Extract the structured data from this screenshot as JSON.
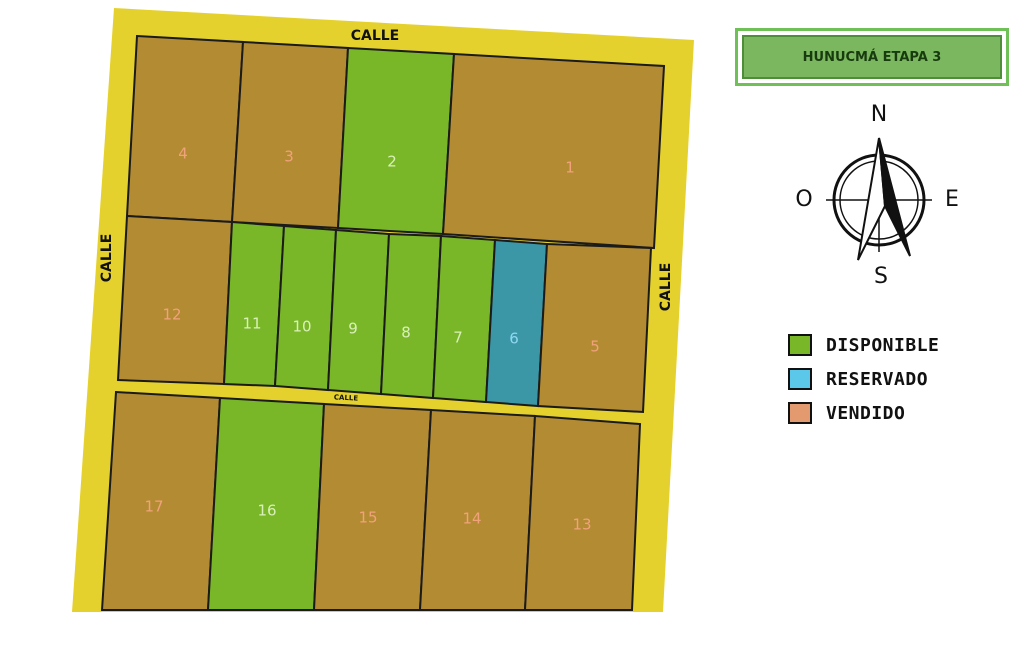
{
  "title": "HUNUCMÁ ETAPA 3",
  "colors": {
    "street": "#e5d12d",
    "available": "#79b729",
    "reserved": "#3b97a6",
    "sold": "#b38b33",
    "outline": "#1b1b1b"
  },
  "streets": {
    "top": "CALLE",
    "left": "CALLE",
    "right": "CALLE",
    "middle": "CALLE"
  },
  "lots": [
    {
      "id": "1",
      "status": "sold"
    },
    {
      "id": "2",
      "status": "available"
    },
    {
      "id": "3",
      "status": "sold"
    },
    {
      "id": "4",
      "status": "sold"
    },
    {
      "id": "5",
      "status": "sold"
    },
    {
      "id": "6",
      "status": "reserved"
    },
    {
      "id": "7",
      "status": "available"
    },
    {
      "id": "8",
      "status": "available"
    },
    {
      "id": "9",
      "status": "available"
    },
    {
      "id": "10",
      "status": "available"
    },
    {
      "id": "11",
      "status": "available"
    },
    {
      "id": "12",
      "status": "sold"
    },
    {
      "id": "13",
      "status": "sold"
    },
    {
      "id": "14",
      "status": "sold"
    },
    {
      "id": "15",
      "status": "sold"
    },
    {
      "id": "16",
      "status": "available"
    },
    {
      "id": "17",
      "status": "sold"
    }
  ],
  "compass": {
    "north": "N",
    "south": "S",
    "east": "E",
    "west": "O"
  },
  "legend": [
    {
      "label": "DISPONIBLE",
      "color": "#79b729"
    },
    {
      "label": "RESERVADO",
      "color": "#5bc8ea"
    },
    {
      "label": "VENDIDO",
      "color": "#e39a6e"
    }
  ]
}
